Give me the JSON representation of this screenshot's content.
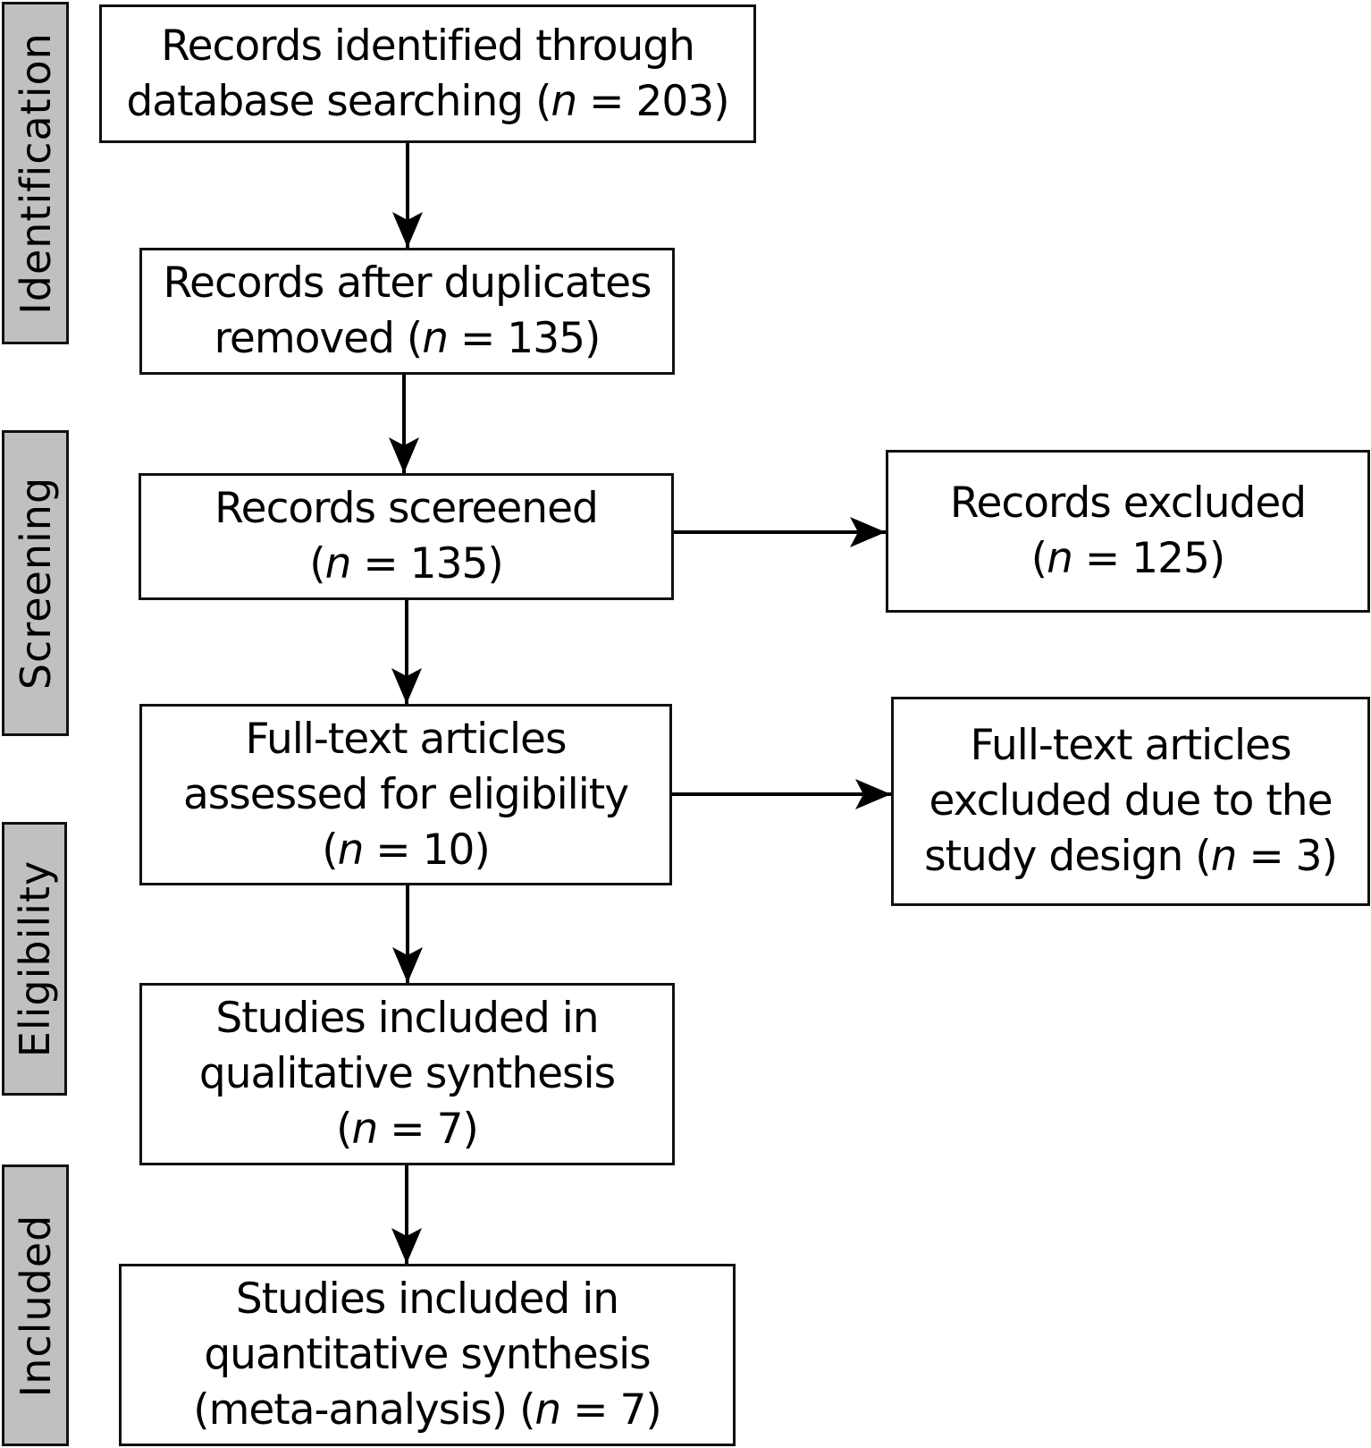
{
  "stages": [
    {
      "id": "identification",
      "label": "Identification"
    },
    {
      "id": "screening",
      "label": "Screening"
    },
    {
      "id": "eligibility",
      "label": "Eligibility"
    },
    {
      "id": "included",
      "label": "Included"
    }
  ],
  "boxes": {
    "identified": {
      "lines": [
        "Records identified through",
        "database searching"
      ],
      "n_label": "n",
      "n_value": "203"
    },
    "after_duplicates": {
      "lines": [
        "Records after duplicates",
        "removed"
      ],
      "n_label": "n",
      "n_value": "135"
    },
    "screened": {
      "lines": [
        "Records scereened"
      ],
      "n_label": "n",
      "n_value": "135"
    },
    "excluded": {
      "lines": [
        "Records excluded"
      ],
      "n_label": "n",
      "n_value": "125"
    },
    "fulltext": {
      "lines": [
        "Full-text articles",
        "assessed for eligibility"
      ],
      "n_label": "n",
      "n_value": "10"
    },
    "fulltext_excluded": {
      "lines": [
        "Full-text articles",
        "excluded due to the",
        "study design"
      ],
      "n_label": "n",
      "n_value": "3"
    },
    "qualitative": {
      "lines": [
        "Studies included in",
        "qualitative synthesis"
      ],
      "n_label": "n",
      "n_value": "7"
    },
    "quantitative": {
      "lines": [
        "Studies included in",
        "quantitative synthesis",
        "(meta-analysis)"
      ],
      "n_label": "n",
      "n_value": "7"
    }
  },
  "symbols": {
    "open": "(",
    "equals": " = ",
    "close": ")"
  }
}
